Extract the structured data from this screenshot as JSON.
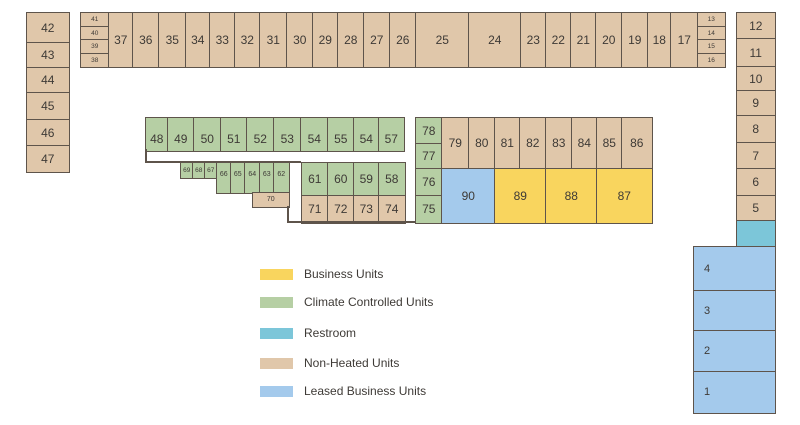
{
  "colors": {
    "non_heated": "#e0c7aa",
    "climate_controlled": "#b6cfa4",
    "business": "#f9d55e",
    "leased_business": "#a4caec",
    "restroom": "#7cc6d9"
  },
  "units": [
    {
      "label": "42",
      "type": "nh"
    },
    {
      "label": "43",
      "type": "nh"
    },
    {
      "label": "44",
      "type": "nh"
    },
    {
      "label": "45",
      "type": "nh"
    },
    {
      "label": "46",
      "type": "nh"
    },
    {
      "label": "47",
      "type": "nh"
    },
    {
      "label": "41",
      "type": "nh"
    },
    {
      "label": "40",
      "type": "nh"
    },
    {
      "label": "39",
      "type": "nh"
    },
    {
      "label": "38",
      "type": "nh"
    },
    {
      "label": "37",
      "type": "nh"
    },
    {
      "label": "36",
      "type": "nh"
    },
    {
      "label": "35",
      "type": "nh"
    },
    {
      "label": "34",
      "type": "nh"
    },
    {
      "label": "33",
      "type": "nh"
    },
    {
      "label": "32",
      "type": "nh"
    },
    {
      "label": "31",
      "type": "nh"
    },
    {
      "label": "30",
      "type": "nh"
    },
    {
      "label": "29",
      "type": "nh"
    },
    {
      "label": "28",
      "type": "nh"
    },
    {
      "label": "27",
      "type": "nh"
    },
    {
      "label": "26",
      "type": "nh"
    },
    {
      "label": "25",
      "type": "nh"
    },
    {
      "label": "24",
      "type": "nh"
    },
    {
      "label": "23",
      "type": "nh"
    },
    {
      "label": "22",
      "type": "nh"
    },
    {
      "label": "21",
      "type": "nh"
    },
    {
      "label": "20",
      "type": "nh"
    },
    {
      "label": "19",
      "type": "nh"
    },
    {
      "label": "18",
      "type": "nh"
    },
    {
      "label": "17",
      "type": "nh"
    },
    {
      "label": "13",
      "type": "nh"
    },
    {
      "label": "14",
      "type": "nh"
    },
    {
      "label": "15",
      "type": "nh"
    },
    {
      "label": "16",
      "type": "nh"
    },
    {
      "label": "12",
      "type": "nh"
    },
    {
      "label": "11",
      "type": "nh"
    },
    {
      "label": "10",
      "type": "nh"
    },
    {
      "label": "9",
      "type": "nh"
    },
    {
      "label": "8",
      "type": "nh"
    },
    {
      "label": "7",
      "type": "nh"
    },
    {
      "label": "6",
      "type": "nh"
    },
    {
      "label": "5",
      "type": "nh"
    },
    {
      "label": "",
      "type": "rr"
    },
    {
      "label": "4",
      "type": "lb"
    },
    {
      "label": "3",
      "type": "lb"
    },
    {
      "label": "2",
      "type": "lb"
    },
    {
      "label": "1",
      "type": "lb"
    },
    {
      "label": "48",
      "type": "cc"
    },
    {
      "label": "49",
      "type": "cc"
    },
    {
      "label": "50",
      "type": "cc"
    },
    {
      "label": "51",
      "type": "cc"
    },
    {
      "label": "52",
      "type": "cc"
    },
    {
      "label": "53",
      "type": "cc"
    },
    {
      "label": "54",
      "type": "cc"
    },
    {
      "label": "55",
      "type": "cc"
    },
    {
      "label": "54",
      "type": "cc"
    },
    {
      "label": "57",
      "type": "cc"
    },
    {
      "label": "78",
      "type": "cc"
    },
    {
      "label": "77",
      "type": "cc"
    },
    {
      "label": "76",
      "type": "cc"
    },
    {
      "label": "75",
      "type": "cc"
    },
    {
      "label": "79",
      "type": "nh"
    },
    {
      "label": "80",
      "type": "nh"
    },
    {
      "label": "81",
      "type": "nh"
    },
    {
      "label": "82",
      "type": "nh"
    },
    {
      "label": "83",
      "type": "nh"
    },
    {
      "label": "84",
      "type": "nh"
    },
    {
      "label": "85",
      "type": "nh"
    },
    {
      "label": "86",
      "type": "nh"
    },
    {
      "label": "90",
      "type": "lb"
    },
    {
      "label": "89",
      "type": "bu"
    },
    {
      "label": "88",
      "type": "bu"
    },
    {
      "label": "87",
      "type": "bu"
    },
    {
      "label": "61",
      "type": "cc"
    },
    {
      "label": "60",
      "type": "cc"
    },
    {
      "label": "59",
      "type": "cc"
    },
    {
      "label": "58",
      "type": "cc"
    },
    {
      "label": "71",
      "type": "nh"
    },
    {
      "label": "72",
      "type": "nh"
    },
    {
      "label": "73",
      "type": "nh"
    },
    {
      "label": "74",
      "type": "nh"
    },
    {
      "label": "69",
      "type": "cc"
    },
    {
      "label": "68",
      "type": "cc"
    },
    {
      "label": "67",
      "type": "cc"
    },
    {
      "label": "66",
      "type": "cc"
    },
    {
      "label": "65",
      "type": "cc"
    },
    {
      "label": "64",
      "type": "cc"
    },
    {
      "label": "63",
      "type": "cc"
    },
    {
      "label": "62",
      "type": "cc"
    },
    {
      "label": "70",
      "type": "nh"
    }
  ],
  "legend": [
    {
      "label": "Business Units",
      "type": "bu"
    },
    {
      "label": "Climate Controlled Units",
      "type": "cc"
    },
    {
      "label": "Restroom",
      "type": "rr"
    },
    {
      "label": "Non-Heated Units",
      "type": "nh"
    },
    {
      "label": "Leased Business Units",
      "type": "lb"
    }
  ]
}
